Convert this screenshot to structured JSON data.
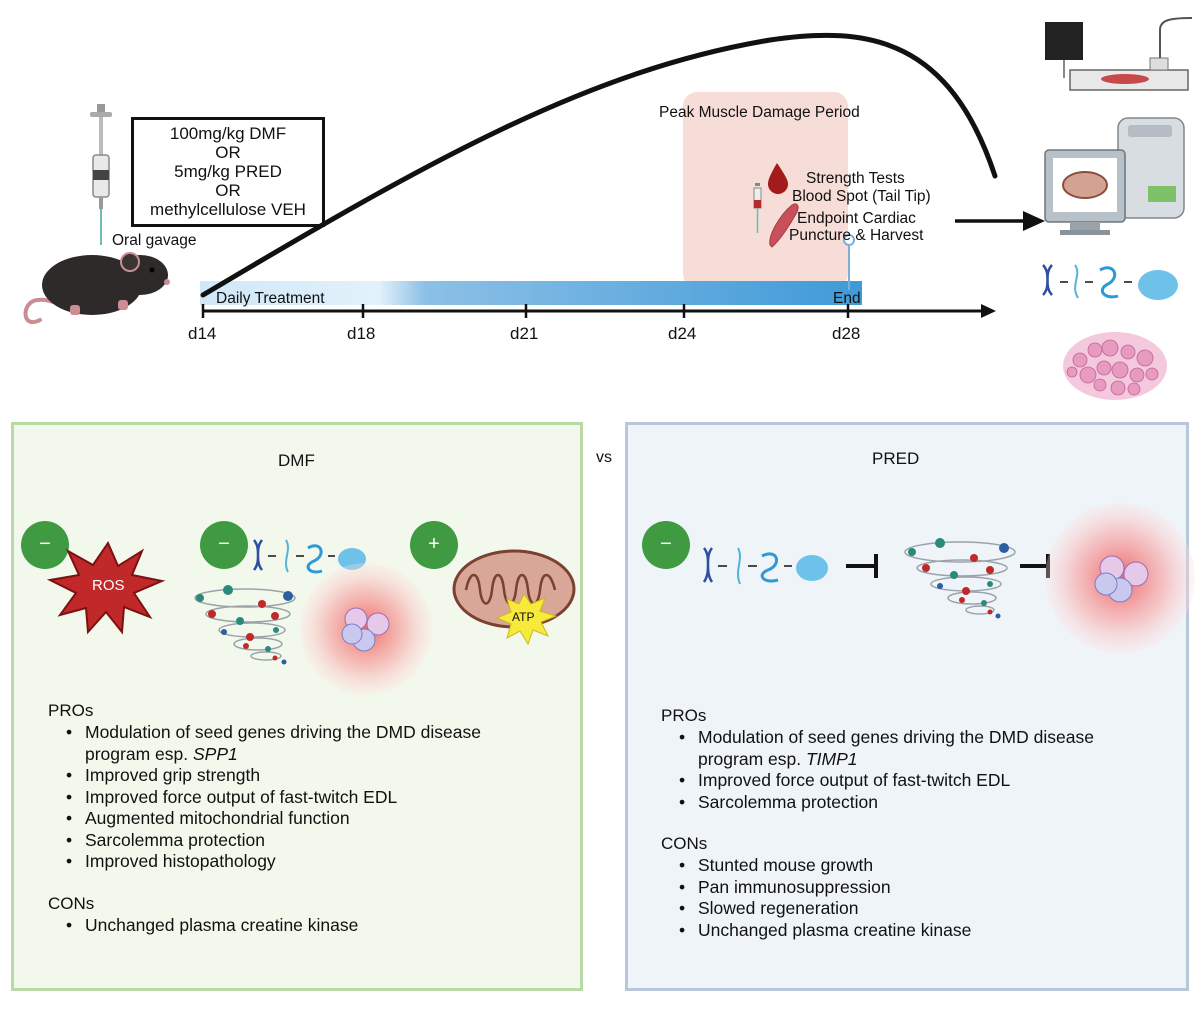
{
  "dose_box": {
    "line1": "100mg/kg DMF",
    "line2": "OR",
    "line3": "5mg/kg PRED",
    "line4": "OR",
    "line5": "methylcellulose VEH"
  },
  "timeline": {
    "oral_gavage": "Oral gavage",
    "daily_treatment": "Daily Treatment",
    "end": "End",
    "peak_period": "Peak Muscle Damage Period",
    "ticks": [
      "d14",
      "d18",
      "d21",
      "d24",
      "d28"
    ],
    "strength_tests": "Strength Tests",
    "blood_spot": "Blood Spot (Tail Tip)",
    "endpoint_line1": "Endpoint Cardiac",
    "endpoint_line2": "Puncture & Harvest"
  },
  "vs": "vs",
  "dmf": {
    "title": "DMF",
    "sign_ros": "−",
    "sign_genes": "−",
    "sign_mito": "+",
    "ros_label": "ROS",
    "atp_label": "ATP",
    "pros_label": "PROs",
    "pros_item1_a": "Modulation of seed genes driving the DMD disease",
    "pros_item1_b": "program esp. ",
    "pros_item1_gene": "SPP1",
    "pros": [
      "Improved grip strength",
      "Improved force output of fast-twitch EDL",
      "Augmented mitochondrial function",
      "Sarcolemma protection",
      "Improved histopathology"
    ],
    "cons_label": "CONs",
    "cons": [
      "Unchanged plasma creatine kinase"
    ]
  },
  "pred": {
    "title": "PRED",
    "sign_genes": "−",
    "pros_label": "PROs",
    "pros_item1_a": "Modulation of seed genes driving the DMD disease",
    "pros_item1_b": "program esp. ",
    "pros_item1_gene": "TIMP1",
    "pros": [
      "Improved force output of fast-twitch EDL",
      "Sarcolemma protection"
    ],
    "cons_label": "CONs",
    "cons": [
      "Stunted mouse growth",
      "Pan immunosuppression",
      "Slowed regeneration",
      "Unchanged plasma creatine kinase"
    ]
  },
  "colors": {
    "sign_green": "#3f9a42",
    "ros_red": "#c0282a",
    "peak_pink": "#f7ddd7",
    "timeline_blue": "#3f9ad8",
    "dmf_panel": "#f2f9ec",
    "pred_panel": "#eff4f9"
  }
}
